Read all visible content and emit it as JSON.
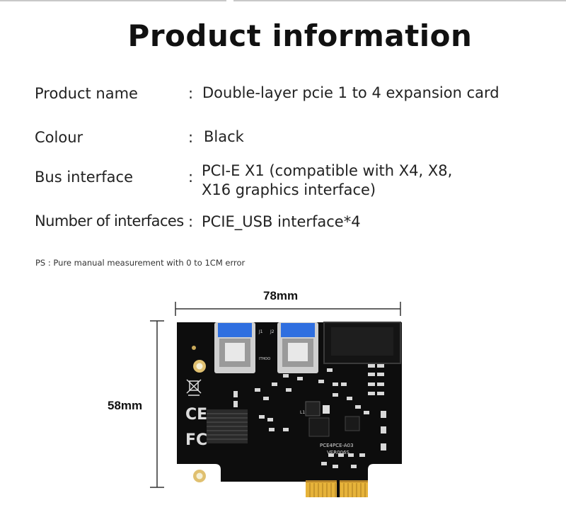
{
  "title": "Product information",
  "specs": [
    {
      "label": "Product name",
      "colon": ":",
      "value": "Double-layer pcie 1 to 4 expansion card"
    },
    {
      "label": "Colour",
      "colon": ":",
      "value": "Black"
    },
    {
      "label": "Bus interface",
      "colon": ":",
      "value": "PCI-E X1 (compatible with X4, X8,\nX16 graphics interface)"
    },
    {
      "label": "Number of interfaces",
      "colon": ":",
      "value": "PCIE_USB interface*4"
    }
  ],
  "note": "PS : Pure manual measurement with 0 to 1CM error",
  "dimensions": {
    "width": "78mm",
    "height": "58mm"
  },
  "board": {
    "model": "PCE4PCE-A03",
    "version": "VER006S",
    "silk_j1": "J1",
    "silk_j2": "J2",
    "silk_mark": "ITHOO",
    "silk_l1": "L1",
    "colors": {
      "pcb": "#0d0d0d",
      "usb_blue": "#2f6fe0",
      "usb_metal": "#cfcfcf",
      "gold": "#e6b33a",
      "silk": "#dcdcdc"
    }
  }
}
